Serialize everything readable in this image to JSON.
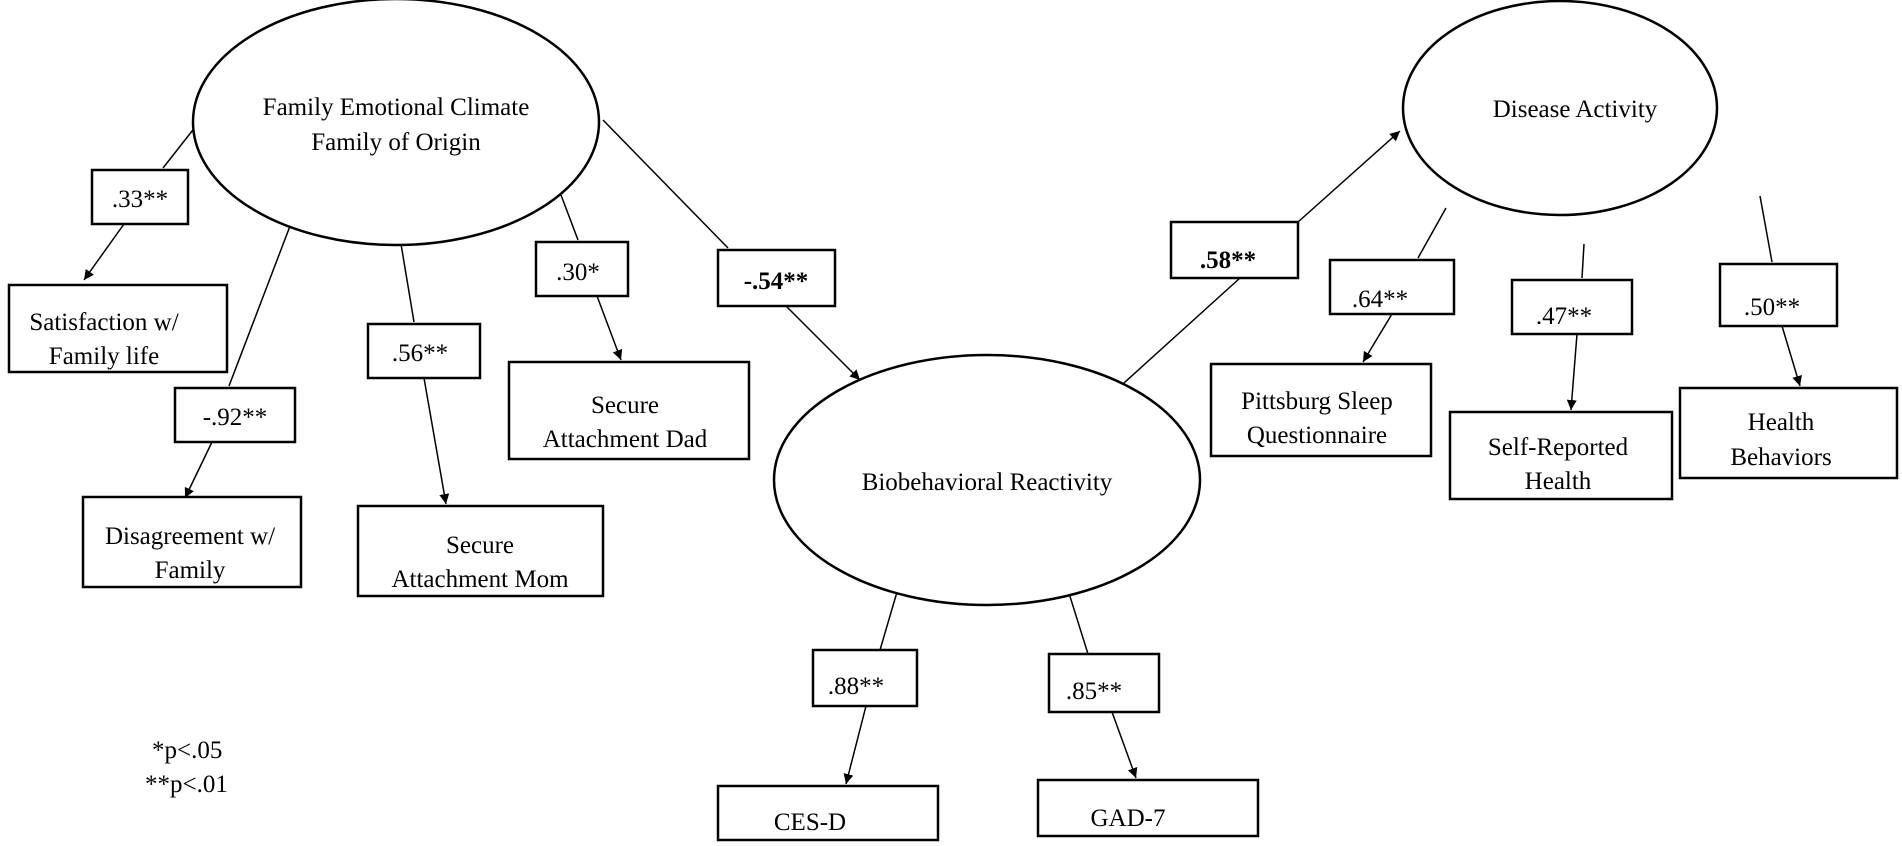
{
  "latents": {
    "family_climate": {
      "line1": "Family Emotional Climate",
      "line2": "Family of Origin"
    },
    "disease_activity": {
      "label": "Disease Activity"
    },
    "biobehavioral": {
      "label": "Biobehavioral Reactivity"
    }
  },
  "indicators": {
    "satisfaction": {
      "line1": "Satisfaction w/",
      "line2": "Family life"
    },
    "disagreement": {
      "line1": "Disagreement w/",
      "line2": "Family"
    },
    "secure_mom": {
      "line1": "Secure",
      "line2": "Attachment Mom"
    },
    "secure_dad": {
      "line1": "Secure",
      "line2": "Attachment Dad"
    },
    "pittsburg": {
      "line1": "Pittsburg Sleep",
      "line2": "Questionnaire"
    },
    "self_health": {
      "line1": "Self-Reported",
      "line2": "Health"
    },
    "health_behaviors": {
      "line1": "Health",
      "line2": "Behaviors"
    },
    "cesd": {
      "label": "CES-D"
    },
    "gad7": {
      "label": "GAD-7"
    }
  },
  "coefficients": {
    "satisfaction": ".33**",
    "disagreement": "-.92**",
    "secure_mom": ".56**",
    "secure_dad": ".30*",
    "climate_to_bio": "-.54**",
    "bio_to_disease": ".58**",
    "pittsburg": ".64**",
    "self_health": ".47**",
    "health_behaviors": ".50**",
    "cesd": ".88**",
    "gad7": ".85**"
  },
  "legend": {
    "p05": "*p<.05",
    "p01": "**p<.01"
  }
}
